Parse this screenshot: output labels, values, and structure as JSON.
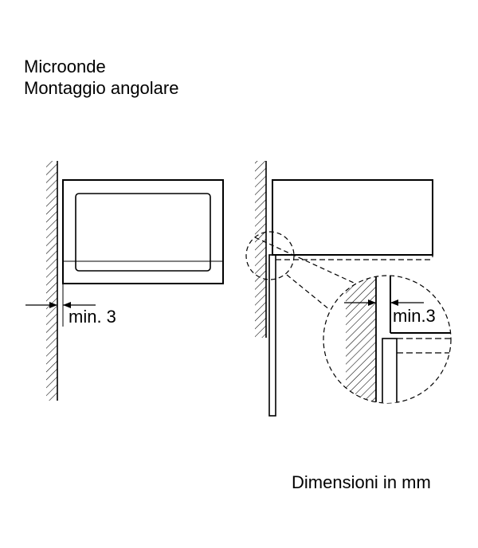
{
  "title": {
    "line1": "Microonde",
    "line2": "Montaggio angolare"
  },
  "left_view": {
    "gap_label": "min. 3"
  },
  "right_view": {
    "gap_label": "min.3"
  },
  "footnote": "Dimensioni in mm"
}
